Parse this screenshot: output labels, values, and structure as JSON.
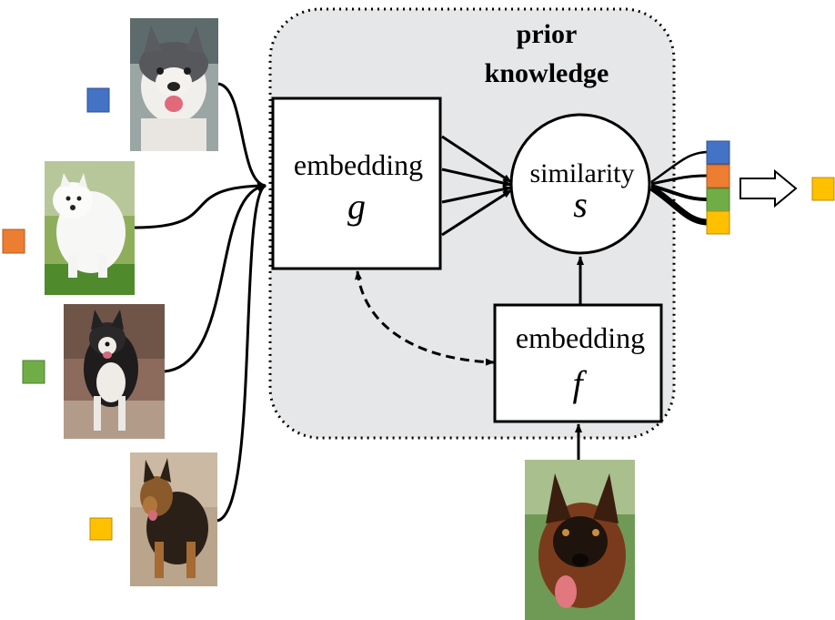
{
  "diagram": {
    "region_label_line1": "prior",
    "region_label_line2": "knowledge",
    "embedding_g": {
      "label": "embedding",
      "symbol": "g"
    },
    "similarity_s": {
      "label": "similarity",
      "symbol": "s"
    },
    "embedding_f": {
      "label": "embedding",
      "symbol": "f"
    }
  },
  "colors": {
    "blue": "#4472c4",
    "orange": "#ed7d31",
    "green": "#70ad47",
    "yellow": "#ffc000",
    "region_fill": "#e6e7e9"
  },
  "support_images": [
    {
      "icon": "alaskan-malamute-puppy-photo",
      "class_color": "blue"
    },
    {
      "icon": "samoyed-photo",
      "class_color": "orange"
    },
    {
      "icon": "alaskan-malamute-photo",
      "class_color": "green"
    },
    {
      "icon": "german-shepherd-photo",
      "class_color": "yellow"
    }
  ],
  "query_image": {
    "icon": "german-shepherd-query-photo"
  },
  "output_scores": [
    "blue",
    "orange",
    "green",
    "yellow"
  ],
  "prediction": "yellow"
}
